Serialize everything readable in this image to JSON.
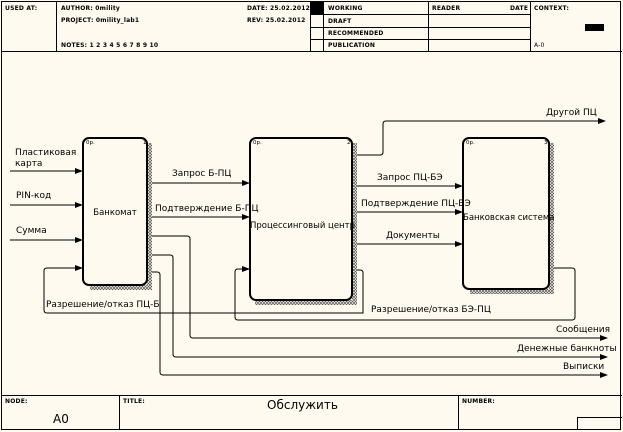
{
  "header": {
    "used_at_label": "USED AT:",
    "author": "AUTHOR: 0mility",
    "project": "PROJECT: 0mility_lab1",
    "date": "DATE: 25.02.2012",
    "rev": "REV:   25.02.2012",
    "notes": "NOTES: 1 2 3 4 5 6 7 8 9 10",
    "status": {
      "working": "WORKING",
      "draft": "DRAFT",
      "recommended": "RECOMMENDED",
      "publication": "PUBLICATION",
      "selected": "working"
    },
    "reader": "READER",
    "reader_date": "DATE",
    "context_label": "CONTEXT:",
    "context_node": "A-0"
  },
  "boxes": [
    {
      "id": "1",
      "label": "Банкомат",
      "cost": "0р."
    },
    {
      "id": "2",
      "label": "Процессинговый центр",
      "cost": "0р."
    },
    {
      "id": "3",
      "label": "Банковская система",
      "cost": "0р."
    }
  ],
  "arrows": {
    "inputs": [
      "Пластиковая карта",
      "PIN-код",
      "Сумма"
    ],
    "input_lines": [
      "Пластиковая",
      "карта"
    ],
    "zapros_b_pc": "Запрос Б-ПЦ",
    "podtv_b_pc": "Подтверждение Б-ПЦ",
    "zapros_pc_be": "Запрос ПЦ-БЭ",
    "podtv_pc_be": "Подтверждение ПЦ-БЭ",
    "documents": "Документы",
    "drugoi_pc": "Другой ПЦ",
    "razr_pc_b": "Разрешение/отказ ПЦ-Б",
    "razr_be_pc": "Разрешение/отказ БЭ-ПЦ",
    "outputs": [
      "Сообщения",
      "Денежные банкноты",
      "Выписки"
    ]
  },
  "footer": {
    "node_label": "NODE:",
    "node_value": "A0",
    "title_label": "TITLE:",
    "title_value": "Обслужить",
    "number_label": "NUMBER:"
  }
}
